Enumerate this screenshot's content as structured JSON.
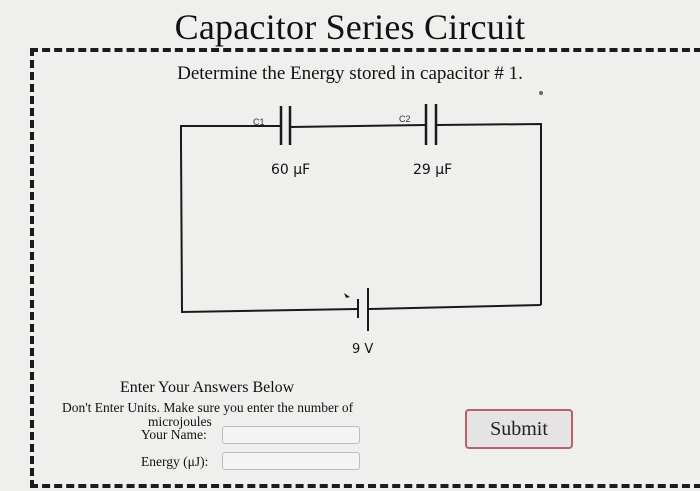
{
  "page": {
    "title": "Capacitor Series Circuit",
    "question": "Determine the Energy stored in capacitor # 1."
  },
  "circuit": {
    "capacitors": [
      {
        "tag": "C1",
        "value_label": "60 μF"
      },
      {
        "tag": "C2",
        "value_label": "29 μF"
      }
    ],
    "battery": {
      "value_label": "9 V"
    }
  },
  "form": {
    "heading": "Enter Your Answers Below",
    "instruction_line1": "Don't Enter Units. Make sure you enter the number of",
    "instruction_line2": "microjoules",
    "name_label": "Your Name:",
    "name_value": "",
    "energy_label": "Energy (μJ):",
    "energy_value": "",
    "submit_label": "Submit"
  },
  "colors": {
    "background": "#efefed",
    "wire": "#1a1a1a",
    "submit_border": "#b7616a"
  }
}
